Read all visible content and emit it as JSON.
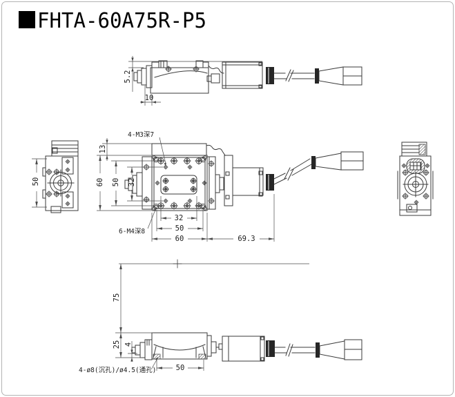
{
  "title": "FHTA-60A75R-P5",
  "views": {
    "top_view": {
      "dim_height": "5.2",
      "dim_base": "10"
    },
    "left_side_view": {
      "dim_width": "50"
    },
    "plan_view": {
      "label_top_holes": "4-M3深7",
      "label_bottom_holes": "6-M4深8",
      "dim_top_offset": "13",
      "dim_height": "60",
      "dim_pattern_v50": "50",
      "dim_pattern_v32": "32",
      "dim_pattern_h32": "32",
      "dim_pattern_h50": "50",
      "dim_width": "60",
      "dim_motor_length": "69.3"
    },
    "front_view": {
      "dim_center_height": "75",
      "dim_stage_height": "25",
      "dim_base_offset": "4",
      "dim_hole_span": "50",
      "label_mount_holes": "4-ø8(沉孔)/ø4.5(通孔)"
    }
  }
}
